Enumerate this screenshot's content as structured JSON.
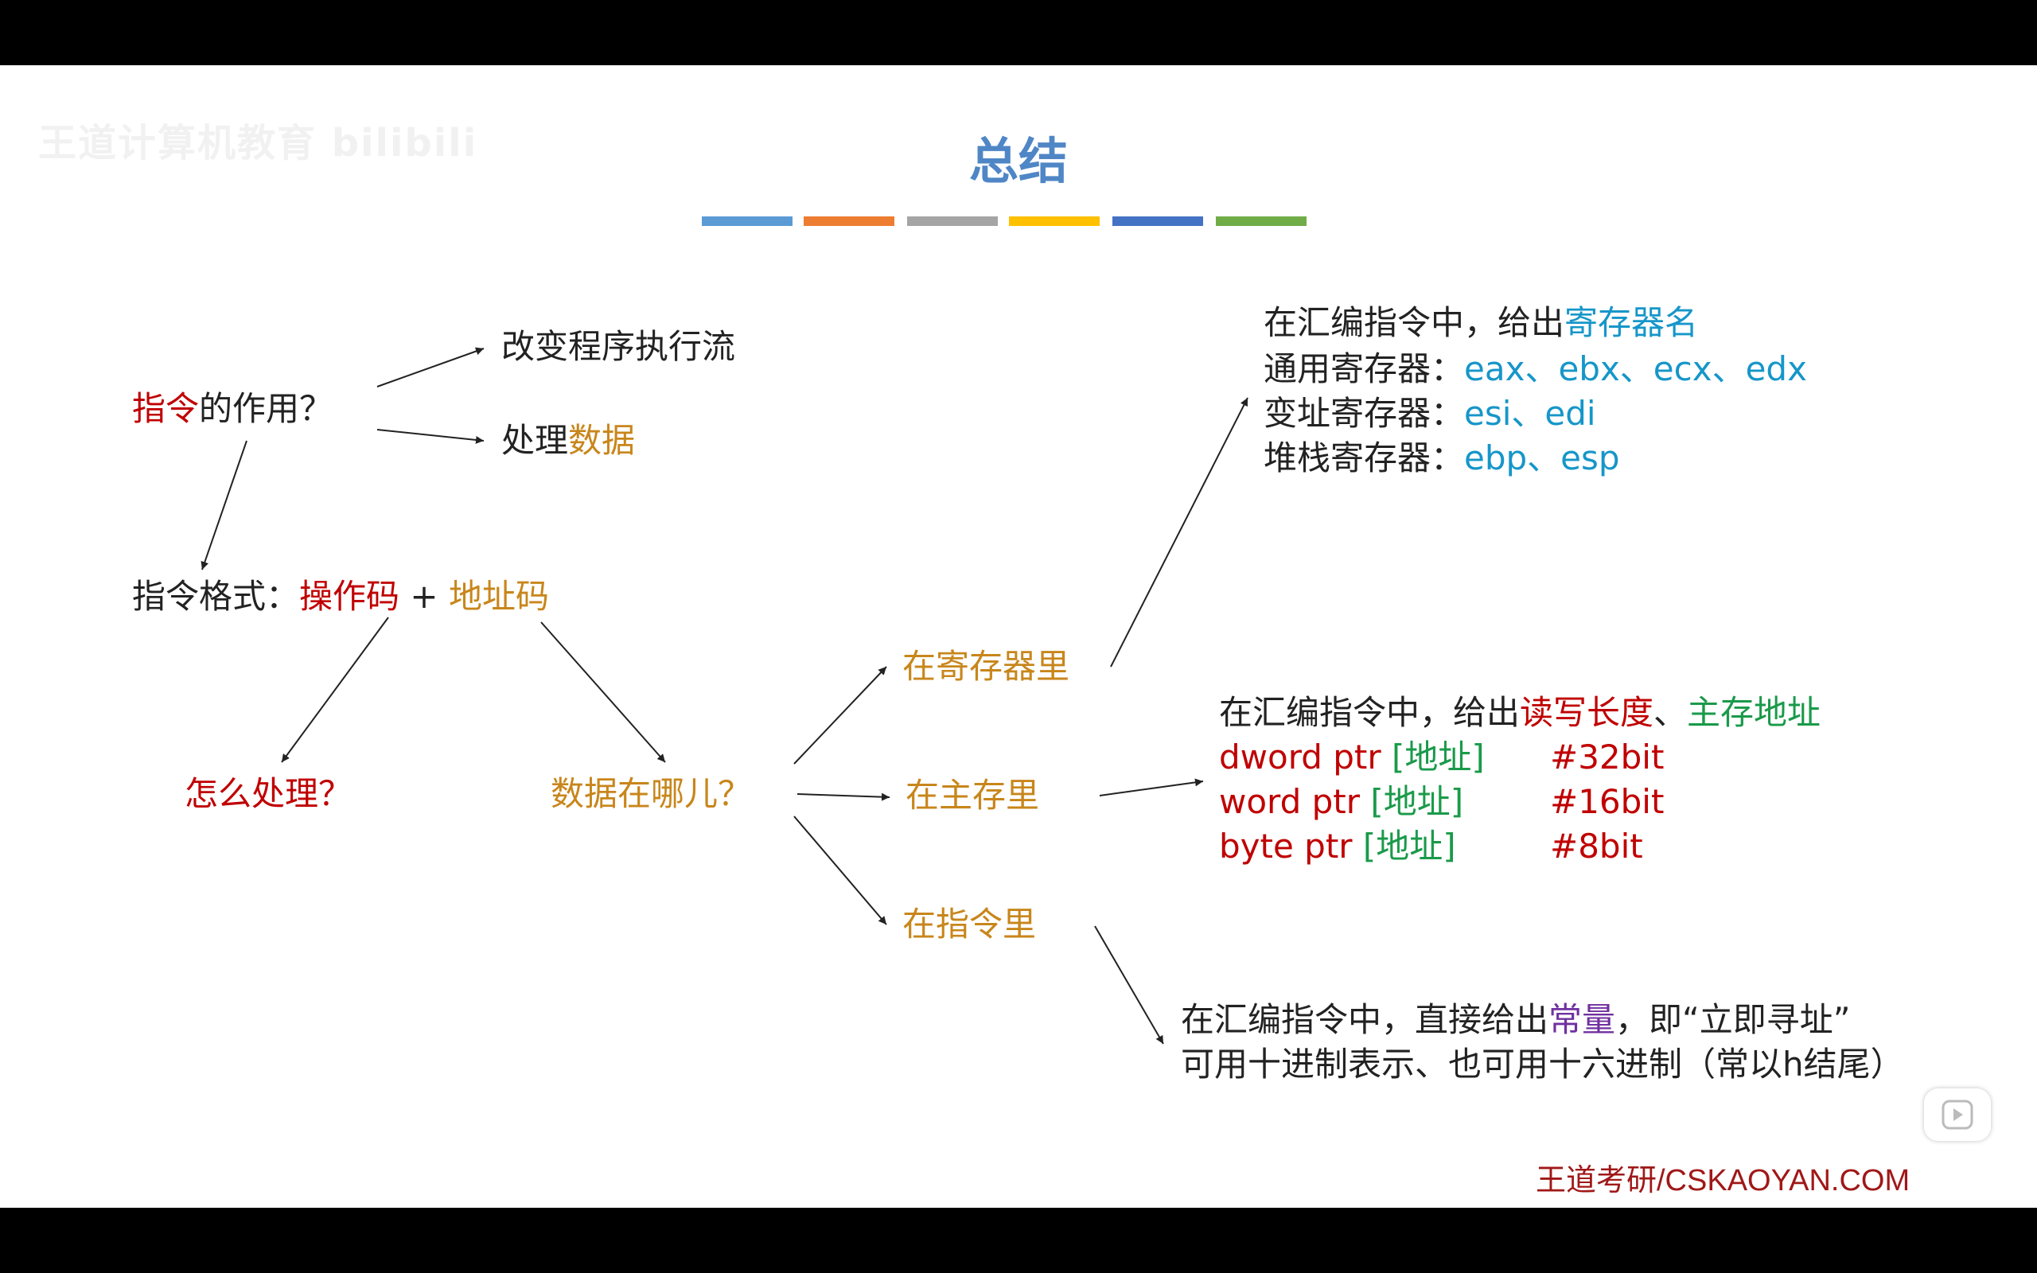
{
  "slide": {
    "title": "总结",
    "watermark": "王道计算机教育 bilibili",
    "footer": "王道考研/CSKAOYAN.COM",
    "accent_bars": [
      "#5b9bd5",
      "#ed7d31",
      "#a5a5a5",
      "#ffc000",
      "#4472c4",
      "#70ad47"
    ],
    "nodes": {
      "role": {
        "hl": "指令",
        "rest": "的作用？"
      },
      "change_flow": "改变程序执行流",
      "process_data": {
        "pre": "处理",
        "hl": "数据"
      },
      "format": {
        "pre": "指令格式：",
        "opcode": "操作码",
        "plus": " + ",
        "addr": "地址码"
      },
      "how": "怎么处理？",
      "where": "数据在哪儿？",
      "in_register": "在寄存器里",
      "in_memory": "在主存里",
      "in_instruction": "在指令里"
    },
    "register_box": {
      "line1": {
        "pre": "在汇编指令中，给出",
        "hl": "寄存器名"
      },
      "line2": {
        "label": "通用寄存器：",
        "vals": "eax、ebx、ecx、edx"
      },
      "line3": {
        "label": "变址寄存器：",
        "vals": "esi、edi"
      },
      "line4": {
        "label": "堆栈寄存器：",
        "vals": "ebp、esp"
      }
    },
    "memory_box": {
      "line1": {
        "pre": "在汇编指令中，给出",
        "hl1": "读写长度",
        "sep": "、",
        "hl2": "主存地址"
      },
      "rows": [
        {
          "ptr": "dword ptr ",
          "addr": "[地址]",
          "bits": "#32bit"
        },
        {
          "ptr": "word ptr ",
          "addr": "[地址]",
          "bits": "#16bit"
        },
        {
          "ptr": "byte ptr ",
          "addr": "[地址]",
          "bits": "#8bit"
        }
      ]
    },
    "immediate_box": {
      "line1": {
        "pre": "在汇编指令中，直接给出",
        "hl": "常量",
        "post": "，即“立即寻址”"
      },
      "line2": "可用十进制表示、也可用十六进制（常以h结尾）"
    }
  },
  "player": {
    "icon": "play-icon"
  }
}
